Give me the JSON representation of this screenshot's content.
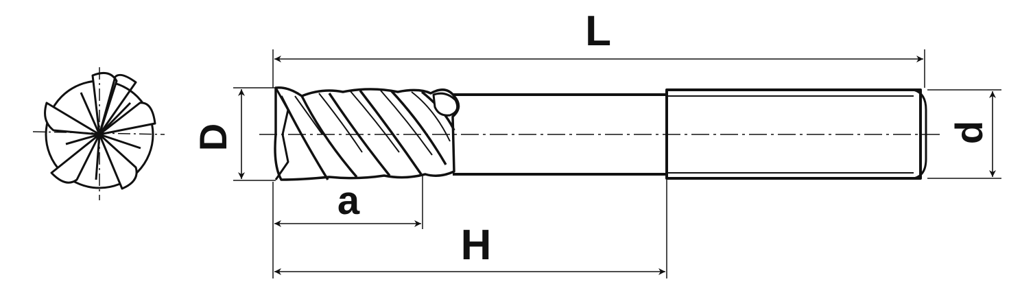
{
  "labels": {
    "L": "L",
    "D": "D",
    "d": "d",
    "a": "a",
    "H": "H"
  },
  "colors": {
    "ink": "#111111",
    "paper": "#ffffff"
  }
}
